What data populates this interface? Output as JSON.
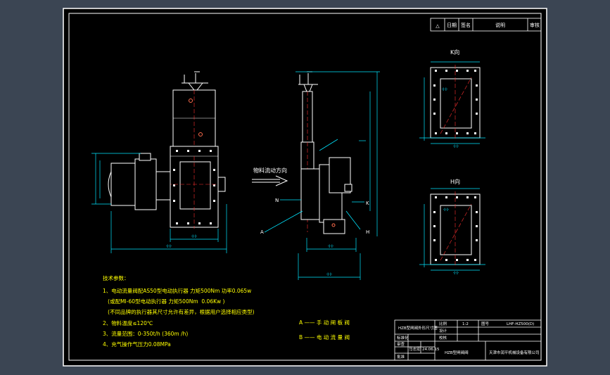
{
  "colors": {
    "background": "#3b4553",
    "paper": "#000000",
    "line": "#ffffff",
    "dimension": "#00e5ff",
    "centerline": "#ff3030",
    "note_text": "#ffff00",
    "outline": "#ff30ff"
  },
  "title_block_top": {
    "cells": [
      "△",
      "日期",
      "签名",
      "说明",
      "审核"
    ]
  },
  "views": {
    "k_view_label": "K向",
    "h_view_label": "H向"
  },
  "flow": {
    "label": "物料流动方向"
  },
  "markers": {
    "n": "N",
    "k": "K",
    "a": "A",
    "h": "H"
  },
  "tech_notes": {
    "heading": "技术参数：",
    "lines": [
      "1、电动流量阀配AS50型电动执行器  力矩500Nm  功率0.065w",
      "   (或配MI-60型电动执行器 力矩500Nm  0.06Kw )",
      "   (不同品牌的执行器其尺寸允许有差异，根据用户选择相应类型)",
      "2、物料温度≤120℃",
      "3、流量范围：0-350t/h (360m /h)",
      "4、充气操作气压力0.08MPa"
    ]
  },
  "legend": {
    "a_item": "A —— 手 动 闸 板 阀",
    "b_item": "B —— 电 动 流 量 阀"
  },
  "title_block": {
    "drawing_name": "HZB型闸阀外形尺寸图",
    "scale_label": "比例",
    "scale_value": "1:2",
    "drawing_no_label": "图号",
    "drawing_no_value": "LHF-HZ500(D)",
    "designer_label": "设计",
    "checker_label": "校核",
    "standard_label": "标准化",
    "proofread_label": "审查",
    "approve_label": "批准",
    "date_person": "马志宏",
    "date_value": "24.06.15",
    "product_name": "HZB型闸阀阀",
    "company": "天津市润平机械设备有限公司"
  }
}
